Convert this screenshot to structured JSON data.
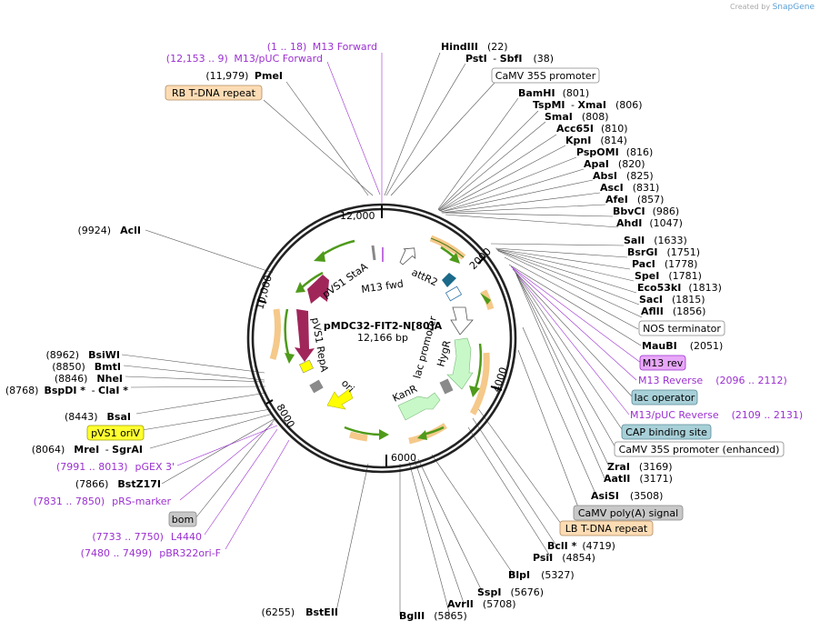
{
  "credit": {
    "prefix": "Created by",
    "brand": "SnapGene"
  },
  "plasmid": {
    "name": "pMDC32-FIT2-N[80]A",
    "size": "12,166 bp"
  },
  "ticks": [
    "12,000",
    "2000",
    "4000",
    "6000",
    "8000",
    "10,000"
  ],
  "enzymes": [
    {
      "name": "HindIII",
      "pos": "(22)"
    },
    {
      "name": "PstI",
      "name2": "SbfI",
      "pos": "(38)"
    },
    {
      "name": "BamHI",
      "pos": "(801)"
    },
    {
      "name": "TspMI",
      "name2": "XmaI",
      "pos": "(806)"
    },
    {
      "name": "SmaI",
      "pos": "(808)"
    },
    {
      "name": "Acc65I",
      "pos": "(810)"
    },
    {
      "name": "KpnI",
      "pos": "(814)"
    },
    {
      "name": "PspOMI",
      "pos": "(816)"
    },
    {
      "name": "ApaI",
      "pos": "(820)"
    },
    {
      "name": "AbsI",
      "pos": "(825)"
    },
    {
      "name": "AscI",
      "pos": "(831)"
    },
    {
      "name": "AfeI",
      "pos": "(857)"
    },
    {
      "name": "BbvCI",
      "pos": "(986)"
    },
    {
      "name": "AhdI",
      "pos": "(1047)"
    },
    {
      "name": "SalI",
      "pos": "(1633)"
    },
    {
      "name": "BsrGI",
      "pos": "(1751)"
    },
    {
      "name": "PacI",
      "pos": "(1778)"
    },
    {
      "name": "SpeI",
      "pos": "(1781)"
    },
    {
      "name": "Eco53kI",
      "pos": "(1813)"
    },
    {
      "name": "SacI",
      "pos": "(1815)"
    },
    {
      "name": "AflII",
      "pos": "(1856)"
    },
    {
      "name": "MauBI",
      "pos": "(2051)"
    },
    {
      "name": "ZraI",
      "pos": "(3169)"
    },
    {
      "name": "AatII",
      "pos": "(3171)"
    },
    {
      "name": "AsiSI",
      "pos": "(3508)"
    },
    {
      "name": "BclI *",
      "pos": "(4719)"
    },
    {
      "name": "PsiI",
      "pos": "(4854)"
    },
    {
      "name": "BlpI",
      "pos": "(5327)"
    },
    {
      "name": "SspI",
      "pos": "(5676)"
    },
    {
      "name": "AvrII",
      "pos": "(5708)"
    },
    {
      "name": "BglII",
      "pos": "(5865)"
    },
    {
      "name": "BstEII",
      "pos": "(6255)"
    },
    {
      "name": "BstZ17I",
      "pos": "(7866)"
    },
    {
      "name": "MreI",
      "name2": "SgrAI",
      "pos": "(8064)"
    },
    {
      "name": "BsaI",
      "pos": "(8443)"
    },
    {
      "name": "BspDI *",
      "name2": "ClaI *",
      "pos": "(8768)"
    },
    {
      "name": "NheI",
      "pos": "(8846)"
    },
    {
      "name": "BmtI",
      "pos": "(8850)"
    },
    {
      "name": "BsiWI",
      "pos": "(8962)"
    },
    {
      "name": "AclI",
      "pos": "(9924)"
    },
    {
      "name": "PmeI",
      "pos": "(11,979)"
    }
  ],
  "primers": [
    {
      "name": "M13 Forward",
      "pos": "(1 .. 18)"
    },
    {
      "name": "M13/pUC Forward",
      "pos": "(12,153 .. 9)"
    },
    {
      "name": "M13 Reverse",
      "pos": "(2096 .. 2112)"
    },
    {
      "name": "M13/pUC Reverse",
      "pos": "(2109 .. 2131)"
    },
    {
      "name": "pGEX 3'",
      "pos": "(7991 .. 8013)"
    },
    {
      "name": "pRS-marker",
      "pos": "(7831 .. 7850)"
    },
    {
      "name": "L4440",
      "pos": "(7733 .. 7750)"
    },
    {
      "name": "pBR322ori-F",
      "pos": "(7480 .. 7499)"
    }
  ],
  "boxed_features": [
    {
      "label": "CaMV 35S promoter"
    },
    {
      "label": "RB T-DNA repeat"
    },
    {
      "label": "NOS terminator"
    },
    {
      "label": "M13 rev"
    },
    {
      "label": "lac operator"
    },
    {
      "label": "CAP binding site"
    },
    {
      "label": "CaMV 35S promoter (enhanced)"
    },
    {
      "label": "CaMV poly(A) signal"
    },
    {
      "label": "LB T-DNA repeat"
    },
    {
      "label": "bom"
    },
    {
      "label": "pVS1 oriV"
    }
  ],
  "inner_features": [
    "pVS1 StaA",
    "M13 fwd",
    "attR2",
    "pVS1 RepA",
    "ori",
    "lac promoter",
    "HygR",
    "KanR"
  ],
  "colors": {
    "orange_box": "#fcdcb4",
    "gray_box": "#c8c8c8",
    "purple_box": "#e8a8f8",
    "teal_box": "#a8d0d8",
    "yellow_box": "#ffff30",
    "primer": "#9b30d0",
    "green_arrow": "#c8f8c8",
    "maroon_arrow": "#a0265a",
    "yellow_arrow": "#ffff00"
  }
}
